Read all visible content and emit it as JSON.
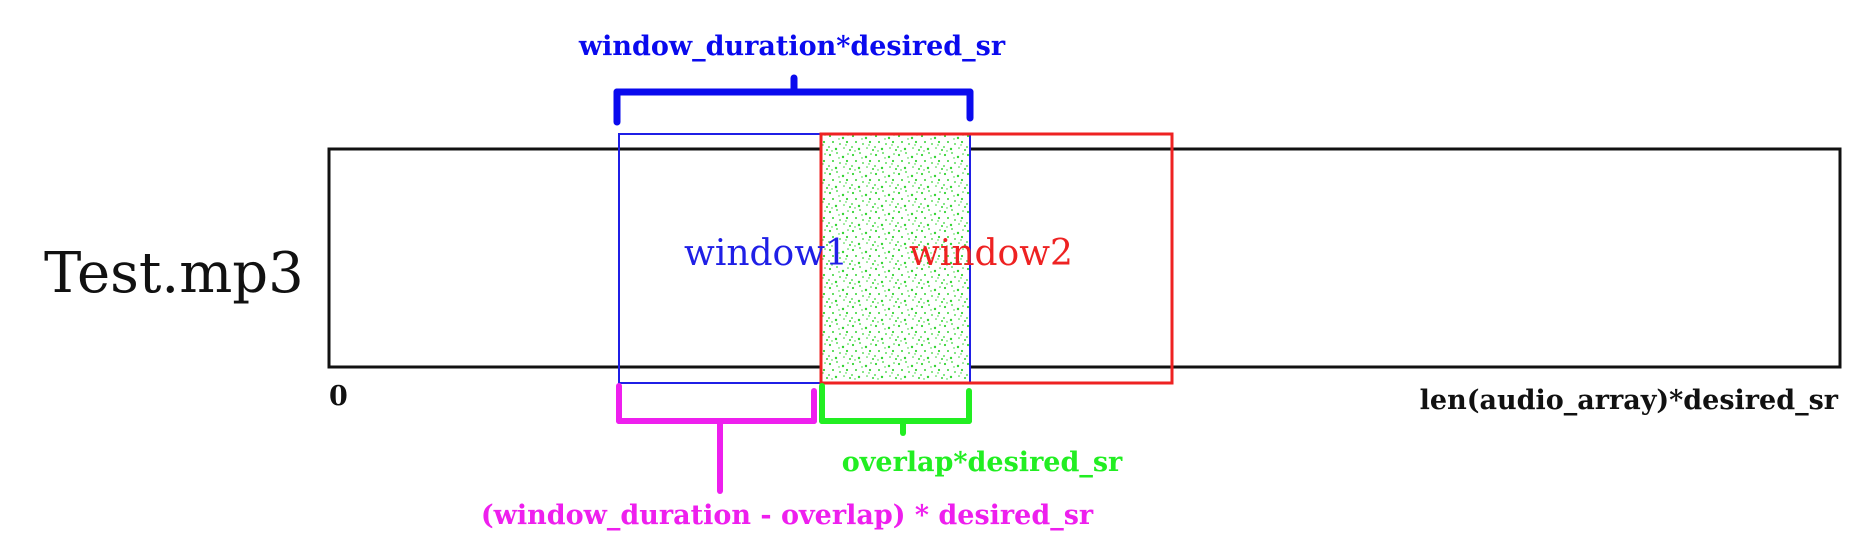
{
  "file_label": "Test.mp3",
  "axis": {
    "start_label": "0",
    "end_label": "len(audio_array)*desired_sr"
  },
  "windows": [
    {
      "label": "window1",
      "color": "#1f1fe6"
    },
    {
      "label": "window2",
      "color": "#ee2222"
    }
  ],
  "braces": {
    "window_length": {
      "label": "window_duration*desired_sr",
      "color": "#0a0aee"
    },
    "hop": {
      "label": "(window_duration - overlap) * desired_sr",
      "color": "#ee1fee"
    },
    "overlap": {
      "label": "overlap*desired_sr",
      "color": "#22ee22"
    }
  },
  "overlap_fill_color": "#3bd93b"
}
